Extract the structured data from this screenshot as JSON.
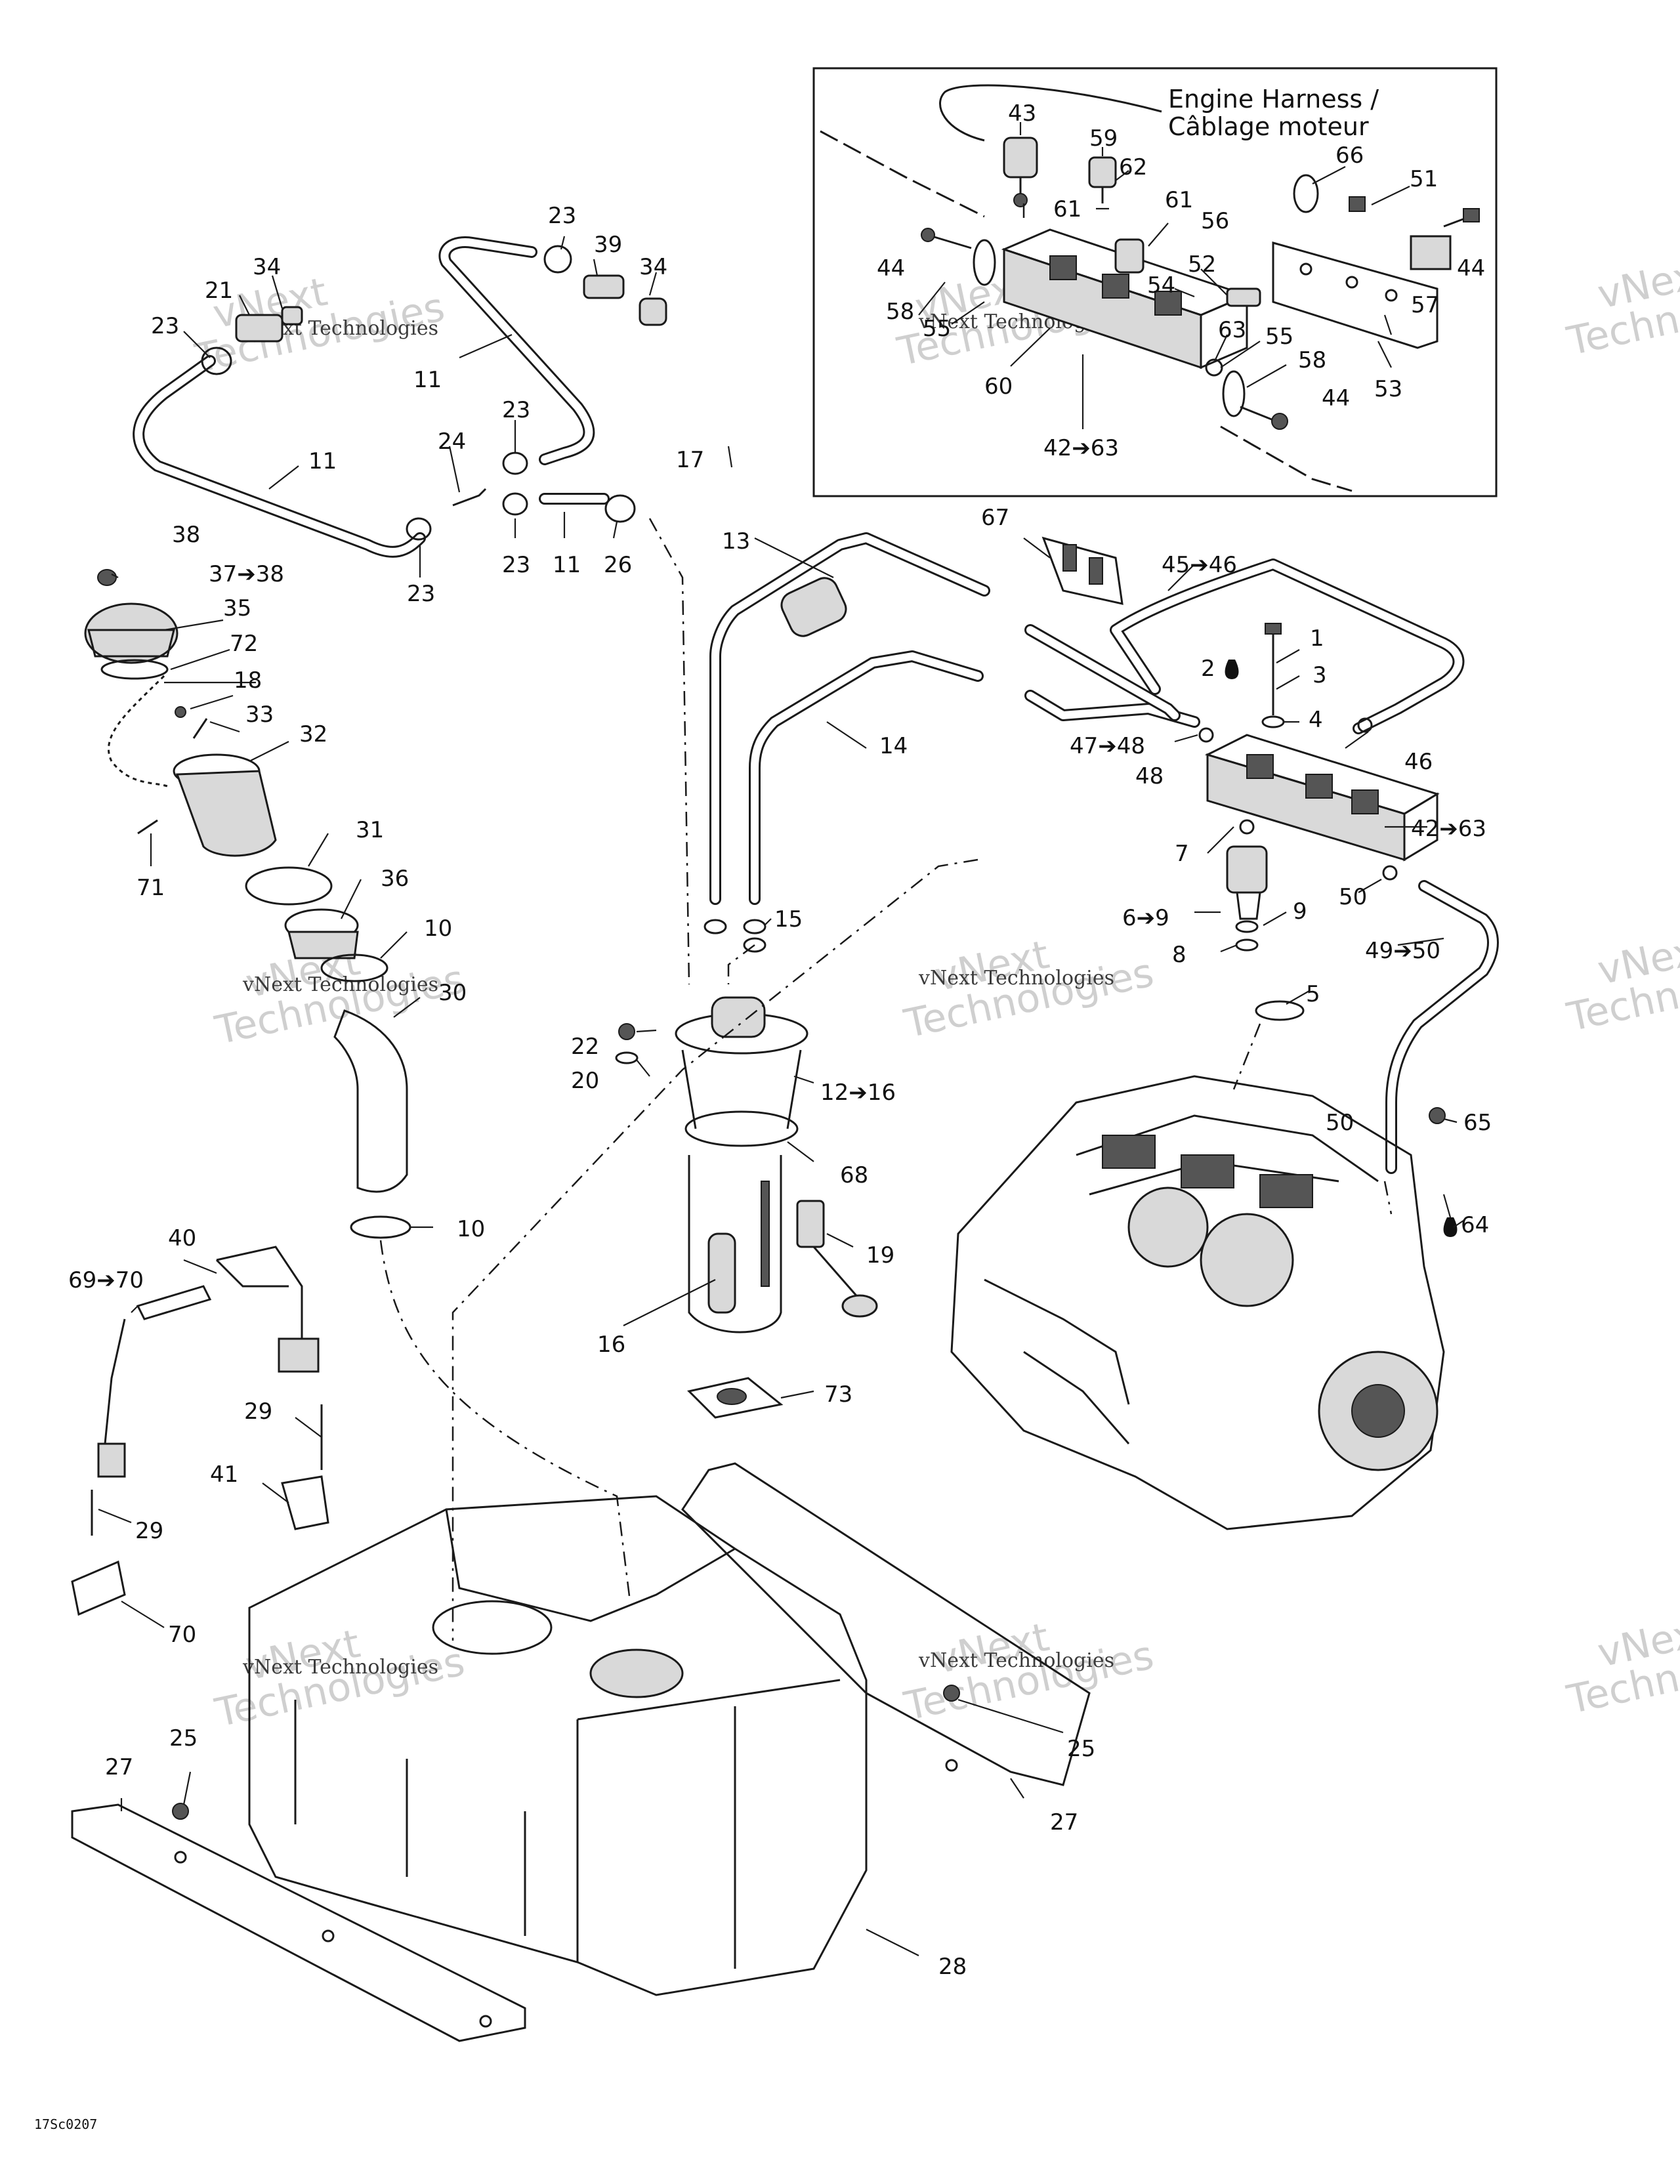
{
  "inset": {
    "title_line1": "Engine Harness /",
    "title_line2": "Câblage moteur"
  },
  "watermark": {
    "line1": "vNext",
    "line2": "Technologies",
    "small": "vNext Technologies"
  },
  "reference_code": "17Sc0207",
  "callouts": {
    "c1": "1",
    "c2": "2",
    "c3": "3",
    "c4": "4",
    "c5": "5",
    "c6_9": "6➔9",
    "c7": "7",
    "c8": "8",
    "c9": "9",
    "c10a": "10",
    "c10b": "10",
    "c11a": "11",
    "c11b": "11",
    "c11c": "11",
    "c12_16": "12➔16",
    "c13": "13",
    "c14": "14",
    "c15": "15",
    "c16": "16",
    "c17": "17",
    "c18": "18",
    "c19": "19",
    "c20": "20",
    "c21": "21",
    "c22": "22",
    "c23a": "23",
    "c23b": "23",
    "c23c": "23",
    "c23d": "23",
    "c23e": "23",
    "c24": "24",
    "c25a": "25",
    "c25b": "25",
    "c26": "26",
    "c27a": "27",
    "c27b": "27",
    "c28": "28",
    "c29a": "29",
    "c29b": "29",
    "c30": "30",
    "c31": "31",
    "c32": "32",
    "c33": "33",
    "c34a": "34",
    "c34b": "34",
    "c35": "35",
    "c36": "36",
    "c37_38": "37➔38",
    "c38": "38",
    "c39": "39",
    "c40": "40",
    "c41": "41",
    "c42_63a": "42➔63",
    "c42_63b": "42➔63",
    "c43": "43",
    "c44a": "44",
    "c44b": "44",
    "c44c": "44",
    "c45_46": "45➔46",
    "c46": "46",
    "c47_48": "47➔48",
    "c48": "48",
    "c49_50": "49➔50",
    "c50a": "50",
    "c50b": "50",
    "c51": "51",
    "c52": "52",
    "c53": "53",
    "c54": "54",
    "c55a": "55",
    "c55b": "55",
    "c56": "56",
    "c57": "57",
    "c58a": "58",
    "c58b": "58",
    "c59": "59",
    "c60": "60",
    "c61a": "61",
    "c61b": "61",
    "c62": "62",
    "c63": "63",
    "c64": "64",
    "c65": "65",
    "c66": "66",
    "c67": "67",
    "c68": "68",
    "c69_70": "69➔70",
    "c70": "70",
    "c71": "71",
    "c72": "72",
    "c73": "73"
  }
}
